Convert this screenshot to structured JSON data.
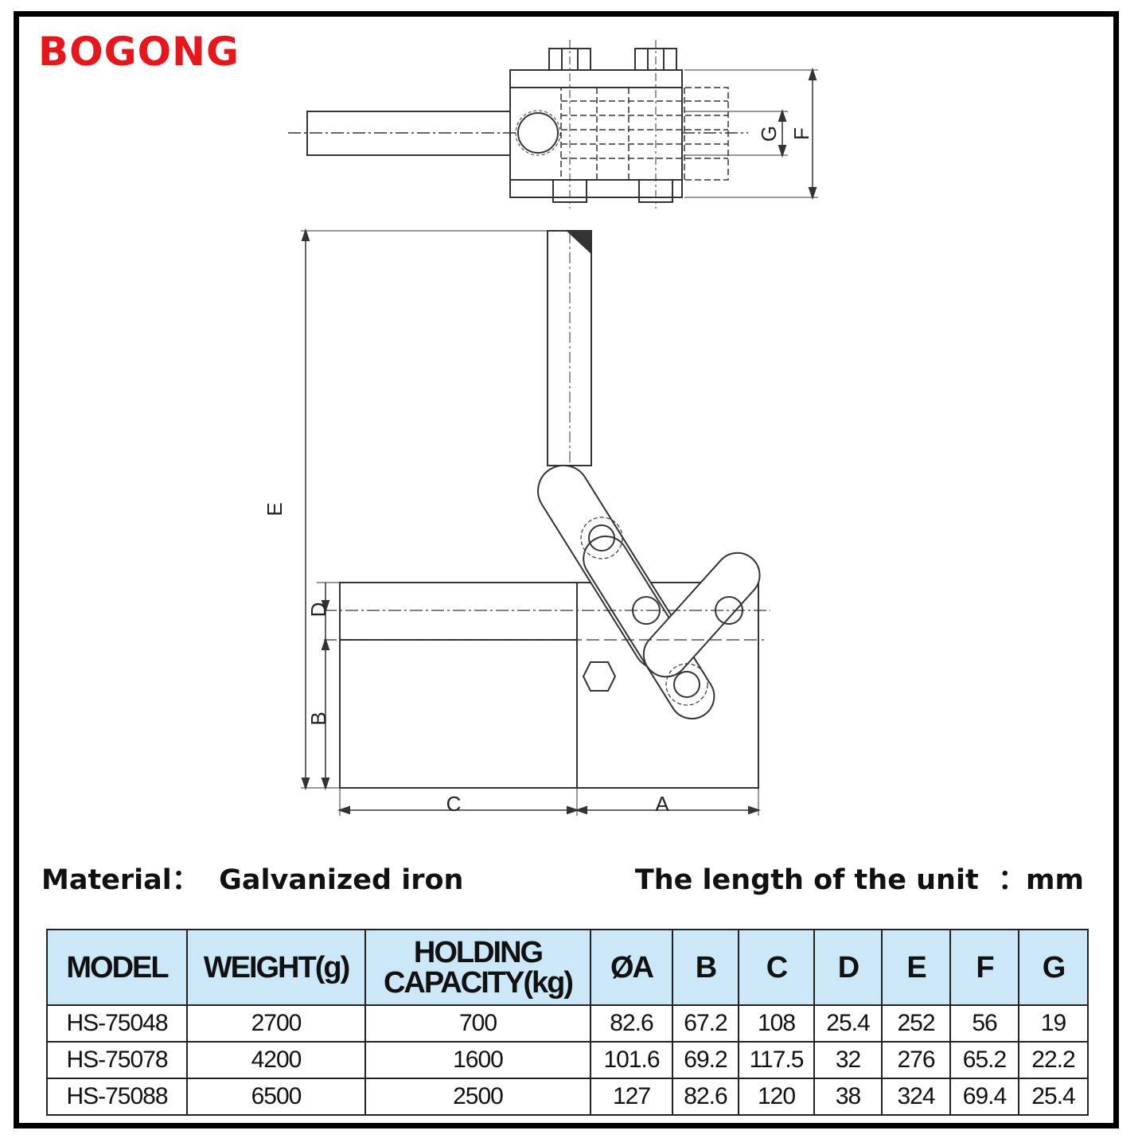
{
  "brand": {
    "name": "BOGONG",
    "color": "#e8151b"
  },
  "drawing": {
    "dimension_labels": {
      "A": "A",
      "B": "B",
      "C": "C",
      "D": "D",
      "E": "E",
      "F": "F",
      "G": "G"
    }
  },
  "info": {
    "material": "Material：  Galvanized iron",
    "unit": "The length of the unit  ：mm"
  },
  "table": {
    "header_bg": "#cce8f8",
    "columns": [
      "MODEL",
      "WEIGHT(g)",
      "HOLDING CAPACITY(kg)",
      "ØA",
      "B",
      "C",
      "D",
      "E",
      "F",
      "G"
    ],
    "rows": [
      [
        "HS-75048",
        "2700",
        "700",
        "82.6",
        "67.2",
        "108",
        "25.4",
        "252",
        "56",
        "19"
      ],
      [
        "HS-75078",
        "4200",
        "1600",
        "101.6",
        "69.2",
        "117.5",
        "32",
        "276",
        "65.2",
        "22.2"
      ],
      [
        "HS-75088",
        "6500",
        "2500",
        "127",
        "82.6",
        "120",
        "38",
        "324",
        "69.4",
        "25.4"
      ]
    ]
  }
}
